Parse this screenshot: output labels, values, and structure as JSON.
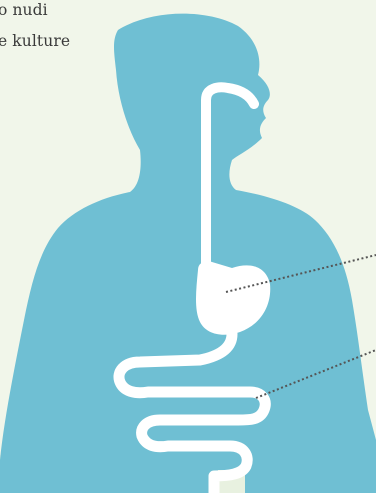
{
  "text": {
    "line_1": "o nudi",
    "line_2": "e kulture"
  },
  "colors": {
    "background": "#f1f6ea",
    "body_silhouette": "#6fbfd3",
    "digestive_tract": "#ffffff",
    "callout_line": "#555555",
    "bottom_band": "#e8f1e0"
  },
  "figure": {
    "subject": "human torso silhouette with digestive tract",
    "callouts": [
      "stomach",
      "intestines"
    ]
  }
}
